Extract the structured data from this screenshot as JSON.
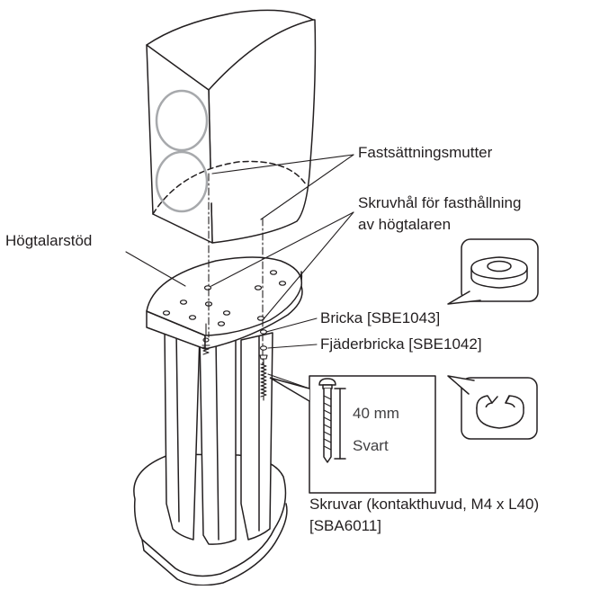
{
  "labels": {
    "nut": "Fastsättningsmutter",
    "hole_line1": "Skruvhål för fasthållning",
    "hole_line2": "av högtalaren",
    "stand": "Högtalarstöd",
    "washer": "Bricka [SBE1043]",
    "spring_washer": "Fjäderbricka [SBE1042]",
    "screw_length": "40 mm",
    "screw_color": "Svart",
    "screws_line1": "Skruvar (kontakthuvud, M4 x L40)",
    "screws_line2": "[SBA6011]"
  },
  "colors": {
    "line": "#231f20",
    "driver_ring": "#a7a9ac",
    "background": "#ffffff"
  }
}
